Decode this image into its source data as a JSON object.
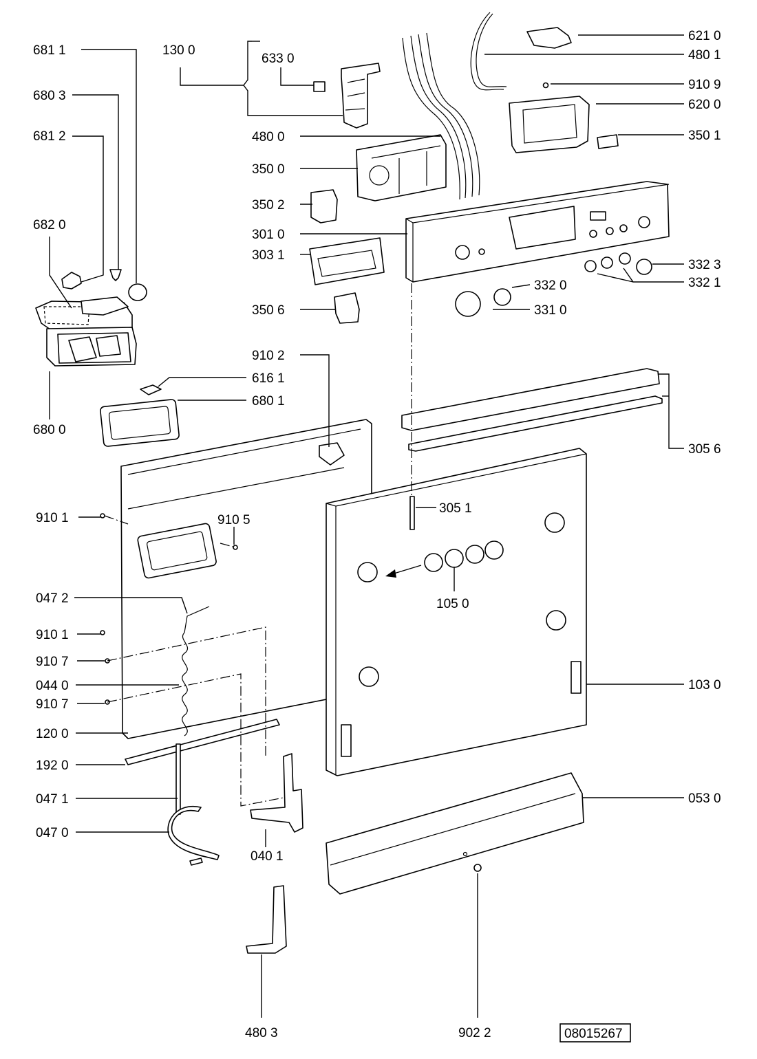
{
  "drawing_number": "08015267",
  "labels": {
    "l6811": "681 1",
    "l6803": "680 3",
    "l6812": "681 2",
    "l6820": "682 0",
    "l6800": "680 0",
    "l1300": "130 0",
    "l6330": "633 0",
    "l4800": "480 0",
    "l3500": "350 0",
    "l3502": "350 2",
    "l3010": "301 0",
    "l3031": "303 1",
    "l3506": "350 6",
    "l9102": "910 2",
    "l6161": "616 1",
    "l6801": "680 1",
    "l6210": "621 0",
    "l4801": "480 1",
    "l9109": "910 9",
    "l6200": "620 0",
    "l3501": "350 1",
    "l3323": "332 3",
    "l3321": "332 1",
    "l3320": "332 0",
    "l3310": "331 0",
    "l3056": "305 6",
    "l3051": "305 1",
    "l9101a": "910 1",
    "l9105": "910 5",
    "l0472": "047 2",
    "l1050": "105 0",
    "l9101b": "910 1",
    "l9107a": "910 7",
    "l0440": "044 0",
    "l9107b": "910 7",
    "l1030": "103 0",
    "l1200": "120 0",
    "l1920": "192 0",
    "l0471": "047 1",
    "l0470": "047 0",
    "l0401": "040 1",
    "l0530": "053 0",
    "l4803": "480 3",
    "l9022": "902 2"
  }
}
